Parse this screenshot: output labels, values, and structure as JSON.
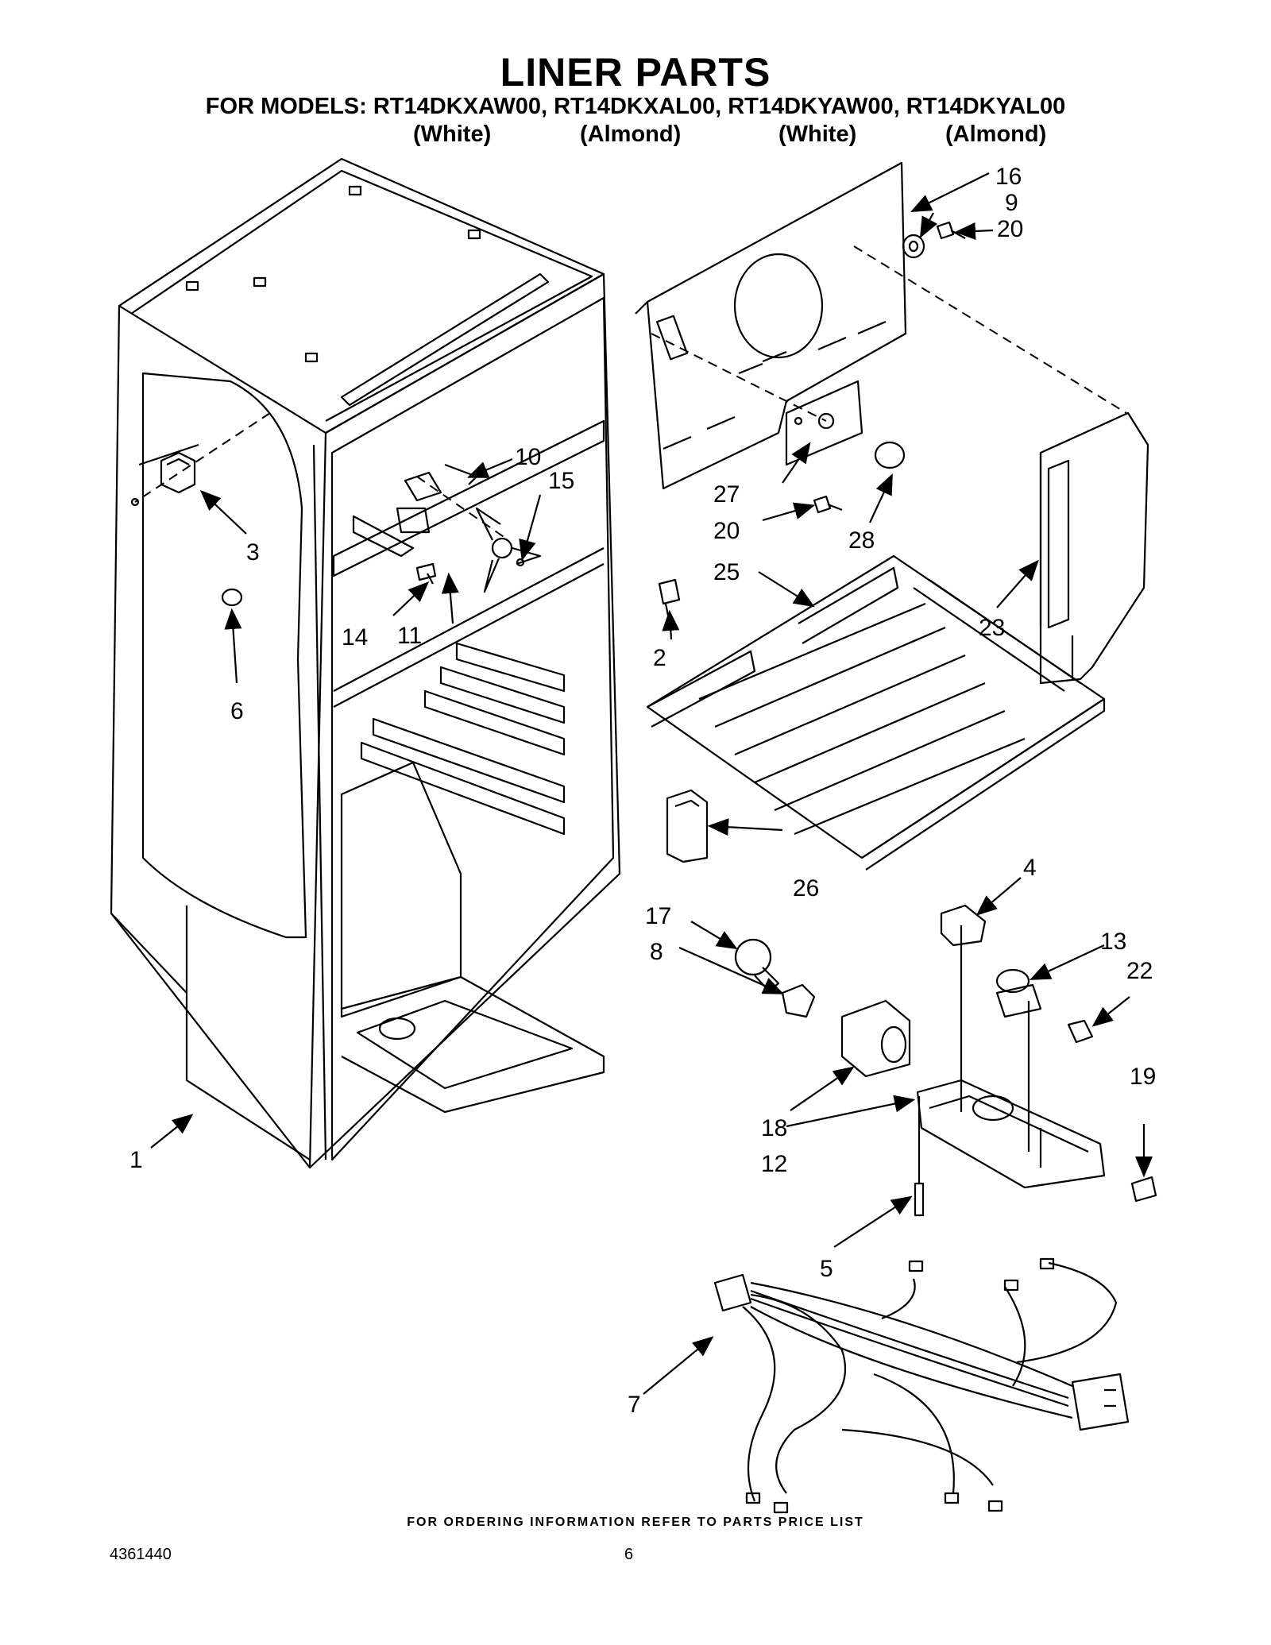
{
  "header": {
    "title": "LINER PARTS",
    "models_line": "FOR MODELS: RT14DKXAW00, RT14DKXAL00, RT14DKYAW00, RT14DKYAL00",
    "colors": [
      "(White)",
      "(Almond)",
      "(White)",
      "(Almond)"
    ]
  },
  "callouts": {
    "c1": "1",
    "c2": "2",
    "c3": "3",
    "c4": "4",
    "c5": "5",
    "c6": "6",
    "c7": "7",
    "c8": "8",
    "c9": "9",
    "c10": "10",
    "c11": "11",
    "c12": "12",
    "c13": "13",
    "c14": "14",
    "c15": "15",
    "c16": "16",
    "c17": "17",
    "c18": "18",
    "c19": "19",
    "c20a": "20",
    "c20b": "20",
    "c22": "22",
    "c23": "23",
    "c25": "25",
    "c26": "26",
    "c27": "27",
    "c28": "28"
  },
  "footer": {
    "ordering_note": "FOR ORDERING INFORMATION REFER TO PARTS PRICE LIST",
    "doc_number": "4361440",
    "page_number": "6"
  }
}
